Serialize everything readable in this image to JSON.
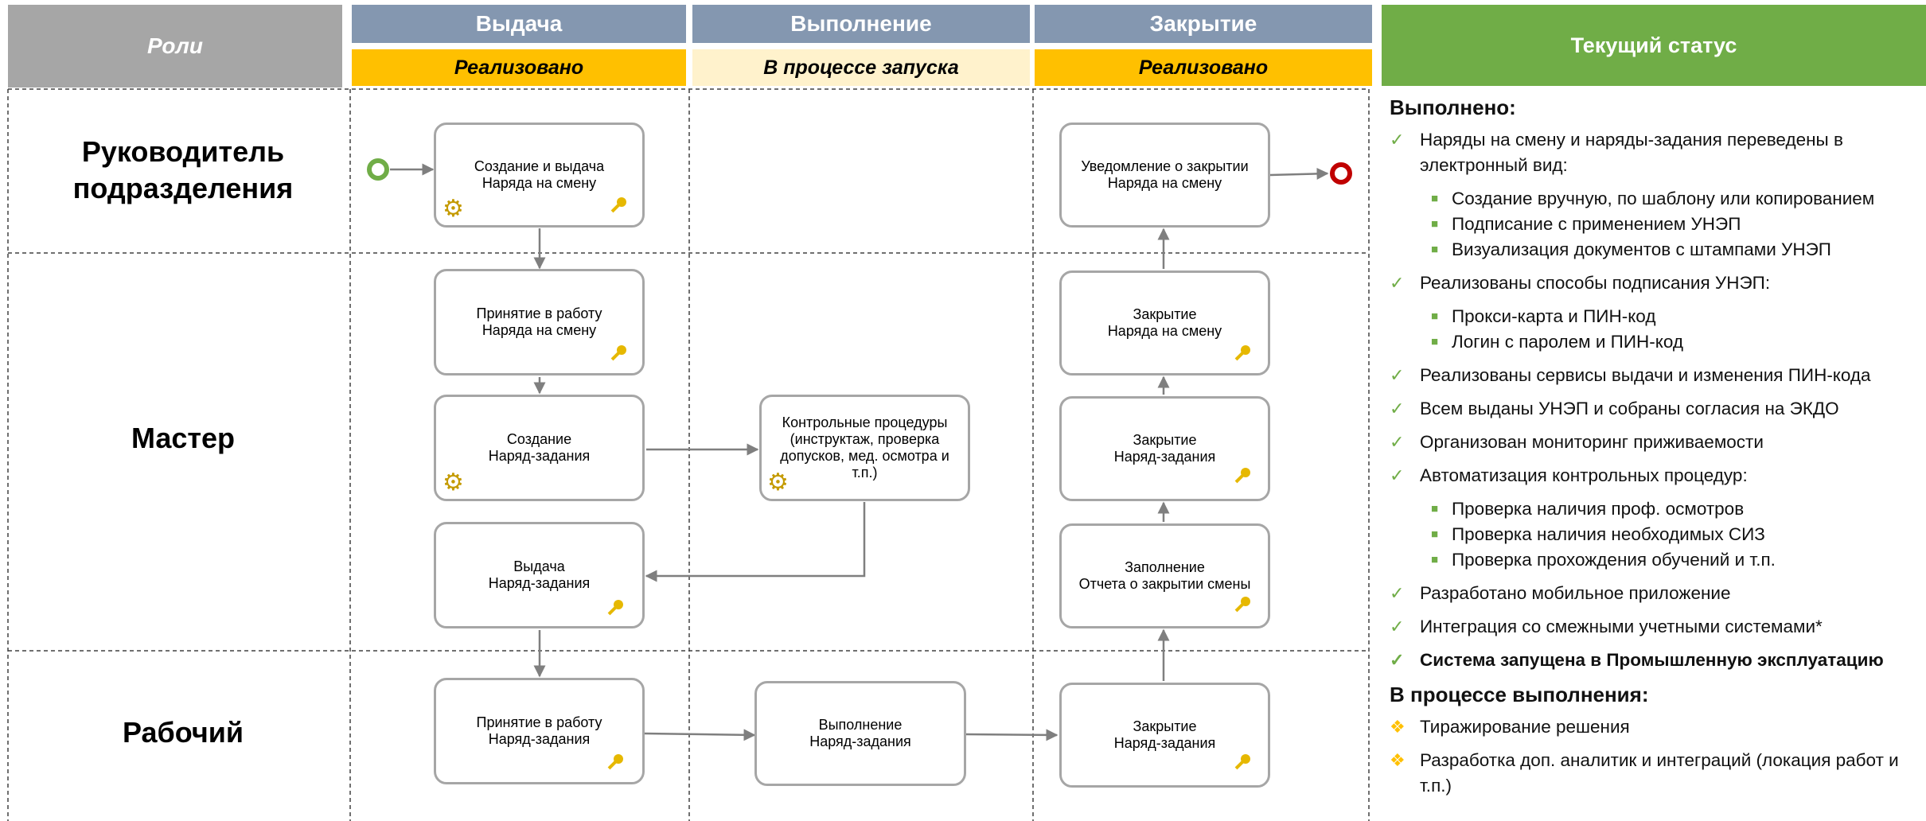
{
  "header": {
    "roles": "Роли",
    "current_status": "Текущий статус",
    "columns": [
      {
        "title": "Выдача",
        "status": "Реализовано"
      },
      {
        "title": "Выполнение",
        "status": "В процессе запуска"
      },
      {
        "title": "Закрытие",
        "status": "Реализовано"
      }
    ]
  },
  "roles": [
    {
      "name_line1": "Руководитель",
      "name_line2": "подразделения"
    },
    {
      "name_line1": "Мастер"
    },
    {
      "name_line1": "Рабочий"
    }
  ],
  "boxes": {
    "b1": {
      "l1": "Создание и выдача",
      "l2": "Наряда на смену"
    },
    "b2": {
      "l1": "Принятие в работу",
      "l2": "Наряда на смену"
    },
    "b3": {
      "l1": "Создание",
      "l2": "Наряд-задания"
    },
    "b4": {
      "l1": "Выдача",
      "l2": "Наряд-задания"
    },
    "b5": {
      "l1": "Принятие в работу",
      "l2": "Наряд-задания"
    },
    "b6": {
      "l1": "Контрольные процедуры",
      "l2": "(инструктаж, проверка",
      "l3": "допусков, мед. осмотра и",
      "l4": "т.п.)"
    },
    "b7": {
      "l1": "Выполнение",
      "l2": "Наряд-задания"
    },
    "b8": {
      "l1": "Уведомление о закрытии",
      "l2": "Наряда на смену"
    },
    "b9": {
      "l1": "Закрытие",
      "l2": "Наряда на смену"
    },
    "b10": {
      "l1": "Закрытие",
      "l2": "Наряд-задания"
    },
    "b11": {
      "l1": "Заполнение",
      "l2": "Отчета о закрытии смены"
    },
    "b12": {
      "l1": "Закрытие",
      "l2": "Наряд-задания"
    }
  },
  "panel": {
    "done_title": "Выполнено:",
    "i1": "Наряды на смену и наряды-задания переведены в электронный вид:",
    "i1s1": "Создание вручную, по шаблону или копированием",
    "i1s2": "Подписание с применением УНЭП",
    "i1s3": "Визуализация документов с штампами УНЭП",
    "i2": "Реализованы способы подписания УНЭП:",
    "i2s1": "Прокси-карта и ПИН-код",
    "i2s2": "Логин с паролем и ПИН-код",
    "i3": "Реализованы сервисы выдачи и изменения ПИН-кода",
    "i4": "Всем выданы УНЭП и собраны согласия на ЭКДО",
    "i5": "Организован мониторинг приживаемости",
    "i6": "Автоматизация контрольных процедур:",
    "i6s1": "Проверка наличия проф. осмотров",
    "i6s2": "Проверка наличия необходимых СИЗ",
    "i6s3": "Проверка прохождения обучений и т.п.",
    "i7": "Разработано мобильное приложение",
    "i8": "Интеграция со смежными учетными системами*",
    "i9": "Система запущена в Промышленную эксплуатацию",
    "prog_title": "В процессе выполнения:",
    "p1": "Тиражирование решения",
    "p2": "Разработка доп. аналитик и интеграций (локация работ и т.п.)"
  },
  "colors": {
    "header_gray": "#a6a6a6",
    "column_blue": "#8497b0",
    "done_yellow": "#ffc000",
    "progress_light": "#fff2cc",
    "status_green": "#70ad47",
    "start_green": "#70ad47",
    "end_red": "#c00000"
  }
}
